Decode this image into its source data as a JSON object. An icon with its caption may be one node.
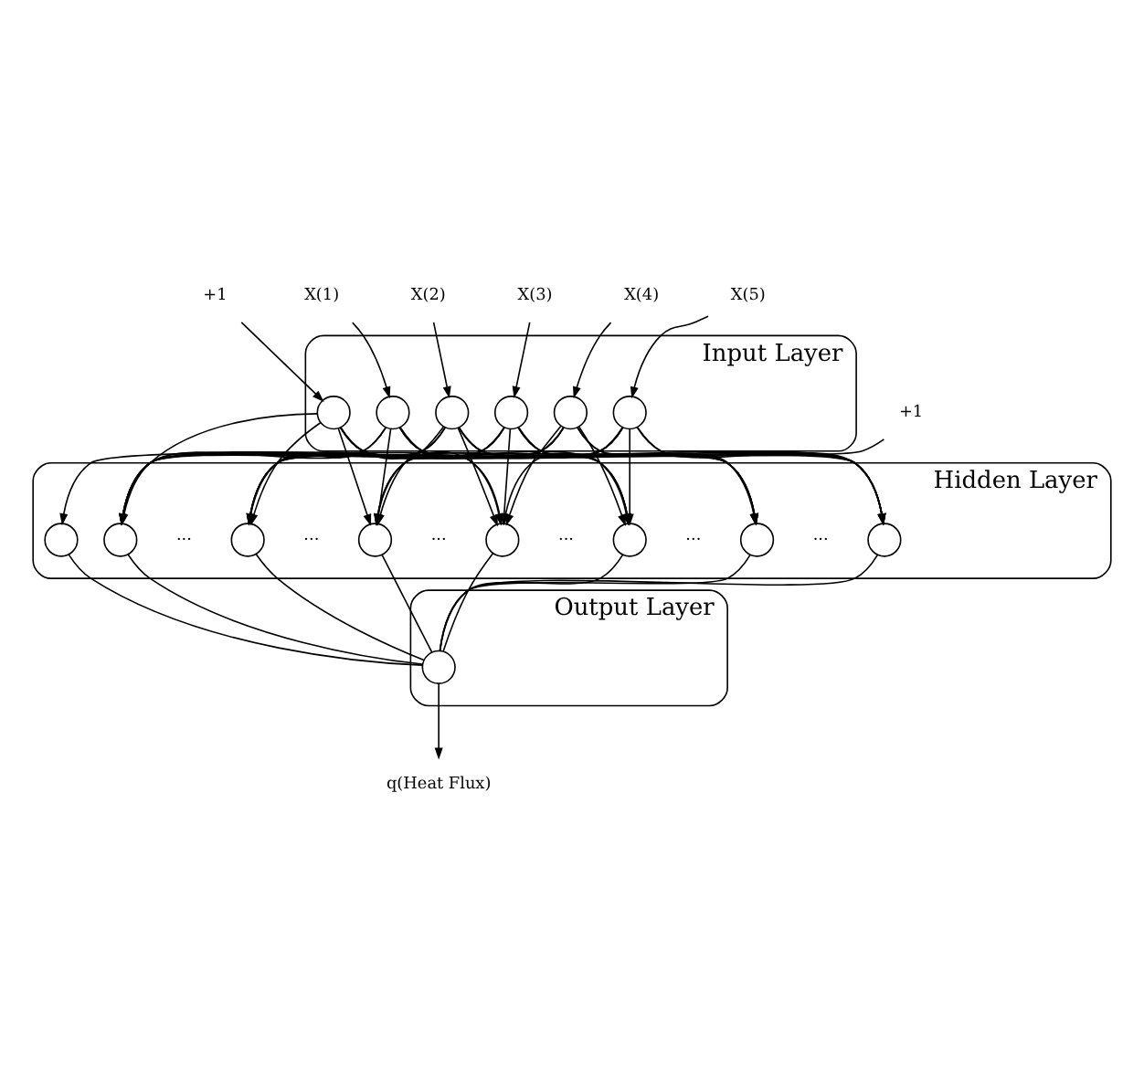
{
  "diagram": {
    "nodes": [
      {
        "text": [
          "+1"
        ]
      },
      {
        "text": [
          "X(1)"
        ]
      },
      {
        "text": [
          "X(2)"
        ]
      },
      {
        "text": [
          "X(3)"
        ]
      },
      {
        "text": [
          "X(4)"
        ]
      },
      {
        "text": [
          "X(5)"
        ]
      },
      {
        "text": [
          "Input Layer"
        ]
      },
      {
        "text": [],
        "shape": "circle",
        "in": 6
      },
      {
        "text": [],
        "shape": "circle",
        "in": 6
      },
      {
        "text": [],
        "shape": "circle",
        "in": 6
      },
      {
        "text": [],
        "shape": "circle",
        "in": 6
      },
      {
        "text": [],
        "shape": "circle",
        "in": 6
      },
      {
        "text": [],
        "shape": "circle",
        "in": 6
      },
      {
        "text": [
          "+1"
        ]
      },
      {
        "text": [
          "Hidden Layer"
        ]
      },
      {
        "text": [],
        "shape": "circle",
        "in": 14
      },
      {
        "text": [],
        "shape": "circle",
        "in": 14
      },
      {
        "text": [],
        "shape": "circle",
        "in": 14
      },
      {
        "text": [],
        "shape": "circle",
        "in": 14
      },
      {
        "text": [],
        "shape": "circle",
        "in": 14
      },
      {
        "text": [],
        "shape": "circle",
        "in": 14
      },
      {
        "text": [],
        "shape": "circle",
        "in": 14
      },
      {
        "text": [],
        "shape": "circle",
        "in": 14
      },
      {
        "text": [
          "Output Layer"
        ]
      },
      {
        "text": [],
        "shape": "circle",
        "in": 23
      },
      {
        "text": [
          "q(Heat Flux)"
        ]
      }
    ],
    "edges": [
      {
        "from": 0,
        "to": 7,
        "arrow": "to"
      },
      {
        "from": 1,
        "to": 8,
        "arrow": "to"
      },
      {
        "from": 2,
        "to": 9,
        "arrow": "to"
      },
      {
        "from": 3,
        "to": 10,
        "arrow": "to"
      },
      {
        "from": 4,
        "to": 11,
        "arrow": "to"
      },
      {
        "from": 5,
        "to": 12,
        "arrow": "to"
      },
      {
        "from": 13,
        "to": 15,
        "arrow": "to"
      },
      {
        "from": 7,
        "to": 16,
        "arrow": "to"
      },
      {
        "from": 7,
        "to": 17,
        "arrow": "to"
      },
      {
        "from": 7,
        "to": 18,
        "arrow": "to"
      },
      {
        "from": 7,
        "to": 19,
        "arrow": "to"
      },
      {
        "from": 7,
        "to": 20,
        "arrow": "to"
      },
      {
        "from": 7,
        "to": 21,
        "arrow": "to"
      },
      {
        "from": 7,
        "to": 22,
        "arrow": "to"
      },
      {
        "from": 8,
        "to": 16,
        "arrow": "to"
      },
      {
        "from": 8,
        "to": 17,
        "arrow": "to"
      },
      {
        "from": 8,
        "to": 18,
        "arrow": "to"
      },
      {
        "from": 8,
        "to": 19,
        "arrow": "to"
      },
      {
        "from": 8,
        "to": 20,
        "arrow": "to"
      },
      {
        "from": 8,
        "to": 21,
        "arrow": "to"
      },
      {
        "from": 8,
        "to": 22,
        "arrow": "to"
      },
      {
        "from": 9,
        "to": 16,
        "arrow": "to"
      },
      {
        "from": 9,
        "to": 17,
        "arrow": "to"
      },
      {
        "from": 9,
        "to": 18,
        "arrow": "to"
      },
      {
        "from": 9,
        "to": 19,
        "arrow": "to"
      },
      {
        "from": 9,
        "to": 20,
        "arrow": "to"
      },
      {
        "from": 9,
        "to": 21,
        "arrow": "to"
      },
      {
        "from": 9,
        "to": 22,
        "arrow": "to"
      },
      {
        "from": 10,
        "to": 16,
        "arrow": "to"
      },
      {
        "from": 10,
        "to": 17,
        "arrow": "to"
      },
      {
        "from": 10,
        "to": 18,
        "arrow": "to"
      },
      {
        "from": 10,
        "to": 19,
        "arrow": "to"
      },
      {
        "from": 10,
        "to": 20,
        "arrow": "to"
      },
      {
        "from": 10,
        "to": 21,
        "arrow": "to"
      },
      {
        "from": 10,
        "to": 22,
        "arrow": "to"
      },
      {
        "from": 11,
        "to": 16,
        "arrow": "to"
      },
      {
        "from": 11,
        "to": 17,
        "arrow": "to"
      },
      {
        "from": 11,
        "to": 18,
        "arrow": "to"
      },
      {
        "from": 11,
        "to": 19,
        "arrow": "to"
      },
      {
        "from": 11,
        "to": 20,
        "arrow": "to"
      },
      {
        "from": 11,
        "to": 21,
        "arrow": "to"
      },
      {
        "from": 11,
        "to": 22,
        "arrow": "to"
      },
      {
        "from": 12,
        "to": 16,
        "arrow": "to"
      },
      {
        "from": 12,
        "to": 17,
        "arrow": "to"
      },
      {
        "from": 12,
        "to": 18,
        "arrow": "to"
      },
      {
        "from": 12,
        "to": 19,
        "arrow": "to"
      },
      {
        "from": 12,
        "to": 20,
        "arrow": "to"
      },
      {
        "from": 12,
        "to": 21,
        "arrow": "to"
      },
      {
        "from": 12,
        "to": 22,
        "arrow": "to"
      },
      {
        "from": 15,
        "to": 24,
        "arrow": "none"
      },
      {
        "from": 16,
        "to": 24,
        "arrow": "none"
      },
      {
        "from": 17,
        "to": 24,
        "arrow": "none"
      },
      {
        "from": 18,
        "to": 24,
        "arrow": "none"
      },
      {
        "from": 19,
        "to": 24,
        "arrow": "none"
      },
      {
        "from": 20,
        "to": 24,
        "arrow": "none"
      },
      {
        "from": 21,
        "to": 24,
        "arrow": "none"
      },
      {
        "from": 22,
        "to": 24,
        "arrow": "none"
      },
      {
        "from": 24,
        "to": 25,
        "arrow": "to"
      }
    ],
    "labels": [
      "···",
      "···",
      "···",
      "···",
      "···",
      "···"
    ]
  }
}
